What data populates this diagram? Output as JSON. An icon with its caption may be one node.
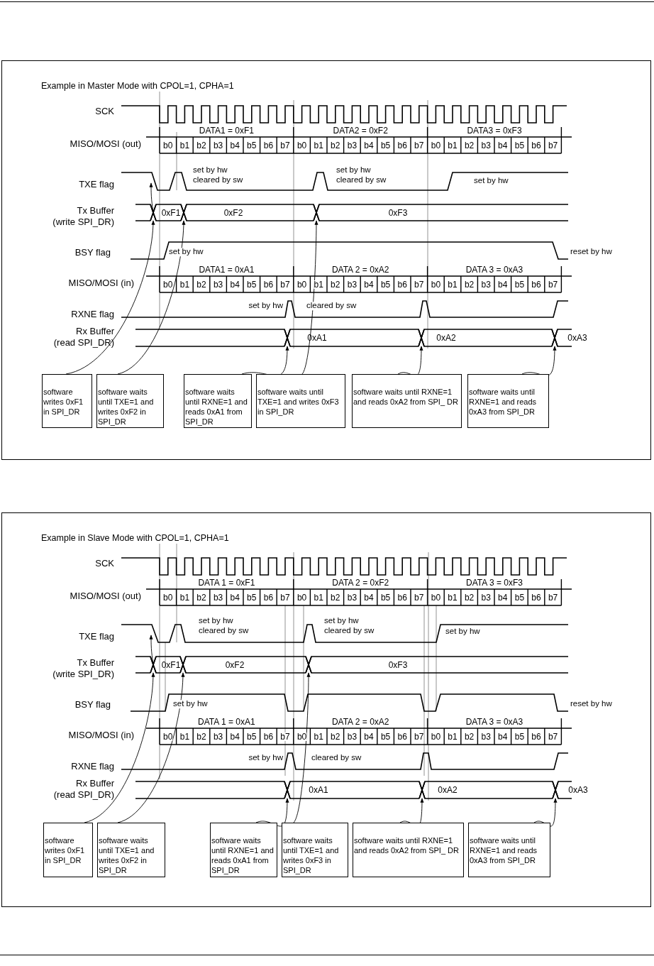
{
  "diagram": {
    "nodes": [
      {
        "text": [
          "Example in Master Mode with CPOL=1, CPHA=1"
        ]
      },
      {
        "text": [
          "software writes 0xF1 in SPI_DR"
        ],
        "in": 0
      },
      {
        "text": [
          "software waits until TXE=1 and writes 0xF2 in SPI_DR"
        ],
        "in": 0
      },
      {
        "text": [
          "software waits until RXNE=1 and reads 0xA1 from SPI_DR"
        ],
        "in": 0
      },
      {
        "text": [
          "software waits until TXE=1 and writes 0xF3 in SPI_DR"
        ],
        "in": 0
      },
      {
        "text": [
          "software waits until RXNE=1 and reads 0xA2 from SPI_ DR"
        ],
        "in": 0
      },
      {
        "text": [
          "software waits until RXNE=1 and reads 0xA3 from SPI_DR"
        ],
        "in": 0
      },
      {
        "text": [
          "Example in Slave Mode with CPOL=1, CPHA=1"
        ]
      },
      {
        "text": [
          "software writes 0xF1 in SPI_DR"
        ],
        "in": 7
      },
      {
        "text": [
          "software waits until TXE=1 and writes 0xF2 in SPI_DR"
        ],
        "in": 7
      },
      {
        "text": [
          "software waits until RXNE=1 and reads 0xA1 from SPI_DR"
        ],
        "in": 7
      },
      {
        "text": [
          "software waits until TXE=1 and writes 0xF3 in SPI_DR"
        ],
        "in": 7
      },
      {
        "text": [
          "software waits until RXNE=1 and reads 0xA2 from SPI_ DR"
        ],
        "in": 7
      },
      {
        "text": [
          "software waits until RXNE=1 and reads 0xA3 from SPI_DR"
        ],
        "in": 7
      },
      {
        "text": [],
        "shape": "cross",
        "in": 0
      },
      {
        "text": [],
        "shape": "cross",
        "in": 0
      },
      {
        "text": [],
        "shape": "cross",
        "in": 0
      },
      {
        "text": [],
        "shape": "cross",
        "in": 0
      },
      {
        "text": [],
        "shape": "cross",
        "in": 0
      },
      {
        "text": [],
        "shape": "cross",
        "in": 0
      },
      {
        "text": [],
        "shape": "cross",
        "in": 7
      },
      {
        "text": [],
        "shape": "cross",
        "in": 7
      },
      {
        "text": [],
        "shape": "cross",
        "in": 7
      },
      {
        "text": [],
        "shape": "cross",
        "in": 7
      },
      {
        "text": [],
        "shape": "cross",
        "in": 7
      },
      {
        "text": [],
        "shape": "cross",
        "in": 7
      }
    ],
    "edges": [
      {
        "from": 1,
        "to": 14,
        "arrow": "to"
      },
      {
        "from": 2,
        "to": 15,
        "arrow": "to"
      },
      {
        "from": 3,
        "to": 16,
        "arrow": "to"
      },
      {
        "from": 4,
        "to": 17,
        "arrow": "to"
      },
      {
        "from": 5,
        "to": 18,
        "arrow": "to"
      },
      {
        "from": 6,
        "to": 19,
        "arrow": "to"
      },
      {
        "from": 8,
        "to": 20,
        "arrow": "to"
      },
      {
        "from": 9,
        "to": 21,
        "arrow": "to"
      },
      {
        "from": 10,
        "to": 22,
        "arrow": "to"
      },
      {
        "from": 11,
        "to": 23,
        "arrow": "to"
      },
      {
        "from": 12,
        "to": 24,
        "arrow": "to"
      },
      {
        "from": 13,
        "to": 25,
        "arrow": "to"
      }
    ],
    "labels": [
      "SCK",
      "MISO/MOSI (out)",
      "DATA1 = 0xF1",
      "DATA2 = 0xF2",
      "DATA3 = 0xF3",
      "b0",
      "b1",
      "b2",
      "b3",
      "b4",
      "b5",
      "b6",
      "b7",
      "b0",
      "b1",
      "b2",
      "b3",
      "b4",
      "b5",
      "b6",
      "b7",
      "b0",
      "b1",
      "b2",
      "b3",
      "b4",
      "b5",
      "b6",
      "b7",
      "TXE flag",
      "set by hw",
      "cleared by sw",
      "set by hw",
      "cleared by sw",
      "set by hw",
      "Tx Buffer",
      "(write SPI_DR)",
      "0xF1",
      "0xF2",
      "0xF3",
      "BSY flag",
      "set by hw",
      "reset by hw",
      "MISO/MOSI (in)",
      "DATA1 = 0xA1",
      "DATA 2 = 0xA2",
      "DATA 3 = 0xA3",
      "b0",
      "b1",
      "b2",
      "b3",
      "b4",
      "b5",
      "b6",
      "b7",
      "b0",
      "b1",
      "b2",
      "b3",
      "b4",
      "b5",
      "b6",
      "b7",
      "b0",
      "b1",
      "b2",
      "b3",
      "b4",
      "b5",
      "b6",
      "b7",
      "RXNE flag",
      "set by hw",
      "cleared by sw",
      "Rx Buffer",
      "(read SPI_DR)",
      "0xA1",
      "0xA2",
      "0xA3",
      "SCK",
      "MISO/MOSI (out)",
      "DATA 1 = 0xF1",
      "DATA 2 = 0xF2",
      "DATA 3 = 0xF3",
      "b0",
      "b1",
      "b2",
      "b3",
      "b4",
      "b5",
      "b6",
      "b7",
      "b0",
      "b1",
      "b2",
      "b3",
      "b4",
      "b5",
      "b6",
      "b7",
      "b0",
      "b1",
      "b2",
      "b3",
      "b4",
      "b5",
      "b6",
      "b7",
      "TXE flag",
      "set by hw",
      "cleared by sw",
      "set by hw",
      "cleared by sw",
      "set by hw",
      "Tx Buffer",
      "(write SPI_DR)",
      "0xF1",
      "0xF2",
      "0xF3",
      "BSY flag",
      "set by hw",
      "reset by hw",
      "MISO/MOSI (in)",
      "DATA 1 = 0xA1",
      "DATA 2 = 0xA2",
      "DATA 3 = 0xA3",
      "b0",
      "b1",
      "b2",
      "b3",
      "b4",
      "b5",
      "b6",
      "b7",
      "b0",
      "b1",
      "b2",
      "b3",
      "b4",
      "b5",
      "b6",
      "b7",
      "b0",
      "b1",
      "b2",
      "b3",
      "b4",
      "b5",
      "b6",
      "b7",
      "RXNE flag",
      "set by hw",
      "cleared by sw",
      "Rx Buffer",
      "(read SPI_DR)",
      "0xA1",
      "0xA2",
      "0xA3"
    ]
  }
}
